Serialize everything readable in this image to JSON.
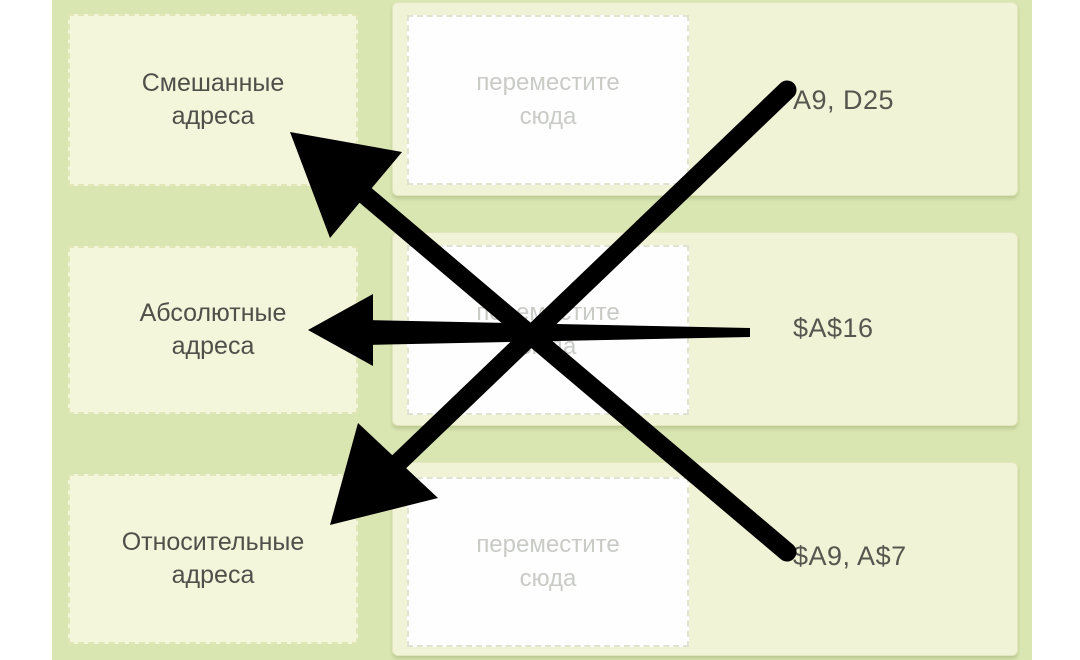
{
  "labels": [
    "Смешанные\nадреса",
    "Абсолютные\nадреса",
    "Относительные\nадреса"
  ],
  "drop_placeholder": "переместите\nсюда",
  "values": [
    "A9, D25",
    "$A$16",
    "$A9, A$7"
  ],
  "colors": {
    "board": "#d9e6b2",
    "label_card": "#f4f6dc",
    "panel": "#f1f3d7",
    "drop_zone": "#fefefe",
    "annotation": "#000000"
  }
}
